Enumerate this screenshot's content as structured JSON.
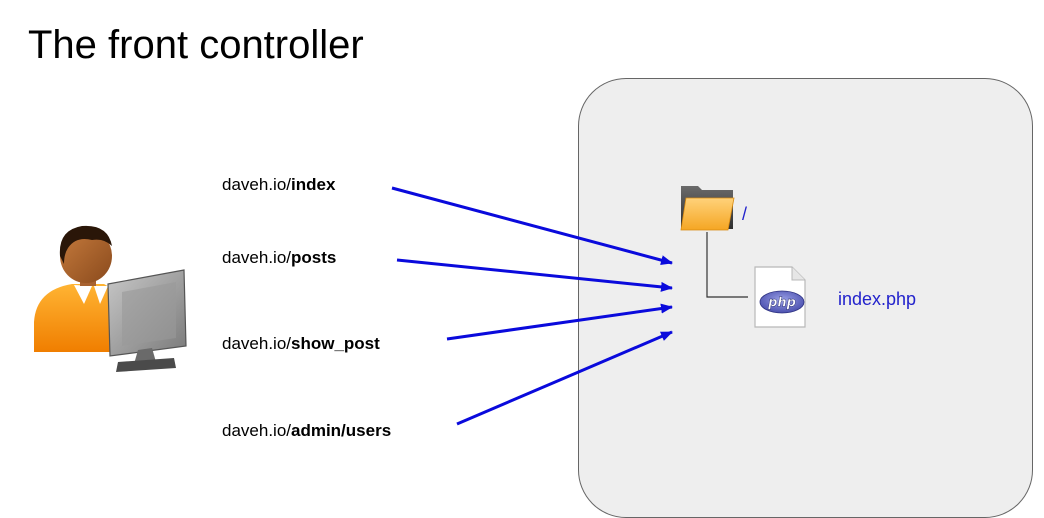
{
  "title": "The front controller",
  "urls": [
    {
      "host": "daveh.io/",
      "path": "index"
    },
    {
      "host": "daveh.io/",
      "path": "posts"
    },
    {
      "host": "daveh.io/",
      "path": "show_post"
    },
    {
      "host": "daveh.io/",
      "path": "admin/users"
    }
  ],
  "server": {
    "folder_label": "/",
    "file_label": "index.php",
    "file_icon_text": "php"
  },
  "icons": {
    "user": "user-at-computer-icon",
    "folder": "folder-icon",
    "file": "php-file-icon"
  },
  "colors": {
    "arrow": "#0a0adc",
    "label_link": "#2222cc",
    "server_fill": "#eeeeee",
    "server_border": "#666666"
  }
}
